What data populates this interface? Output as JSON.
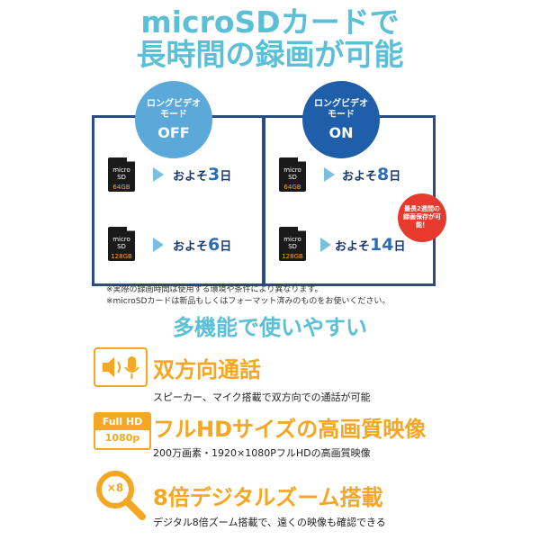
{
  "header": {
    "line1": "microSDカードで",
    "line2": "長時間の録画が可能"
  },
  "modes": [
    {
      "label": "ロングビデオ\nモード",
      "state": "OFF",
      "cards": [
        {
          "type": "micro SD",
          "capacity": "64GB",
          "prefix": "およそ",
          "value": "3",
          "unit": "日"
        },
        {
          "type": "micro SD",
          "capacity": "128GB",
          "prefix": "およそ",
          "value": "6",
          "unit": "日"
        }
      ]
    },
    {
      "label": "ロングビデオ\nモード",
      "state": "ON",
      "cards": [
        {
          "type": "micro SD",
          "capacity": "64GB",
          "prefix": "およそ",
          "value": "8",
          "unit": "日"
        },
        {
          "type": "micro SD",
          "capacity": "128GB",
          "prefix": "およそ",
          "value": "14",
          "unit": "日"
        }
      ],
      "badge": "最長2週間の録画保存が可能！"
    }
  ],
  "notes": [
    "※実際の録画時間は使用する環境や条件により異なります。",
    "※microSDカードは新品もしくはフォーマット済みのものをお使いください。"
  ],
  "features_heading": "多機能で使いやすい",
  "features": [
    {
      "icon": "speaker-mic-icon",
      "title": "双方向通話",
      "desc": "スピーカー、マイク搭載で双方向での通話が可能"
    },
    {
      "icon": "fullhd-icon",
      "icon_text_top": "Full HD",
      "icon_text_bottom": "1080p",
      "title": "フルHDサイズの高画質映像",
      "desc": "200万画素・1920×1080PフルHDの高画質映像"
    },
    {
      "icon": "zoom-icon",
      "icon_text": "×8",
      "title": "8倍デジタルズーム搭載",
      "desc": "デジタル8倍ズーム搭載で、遠くの映像も確認できる"
    }
  ],
  "colors": {
    "title_blue": "#5bbfd6",
    "panel_border": "#2a4c83",
    "off_circle": "#5aa9d8",
    "on_circle": "#1f5ea8",
    "accent_orange": "#f5a623",
    "badge_red": "#e63a2e"
  }
}
